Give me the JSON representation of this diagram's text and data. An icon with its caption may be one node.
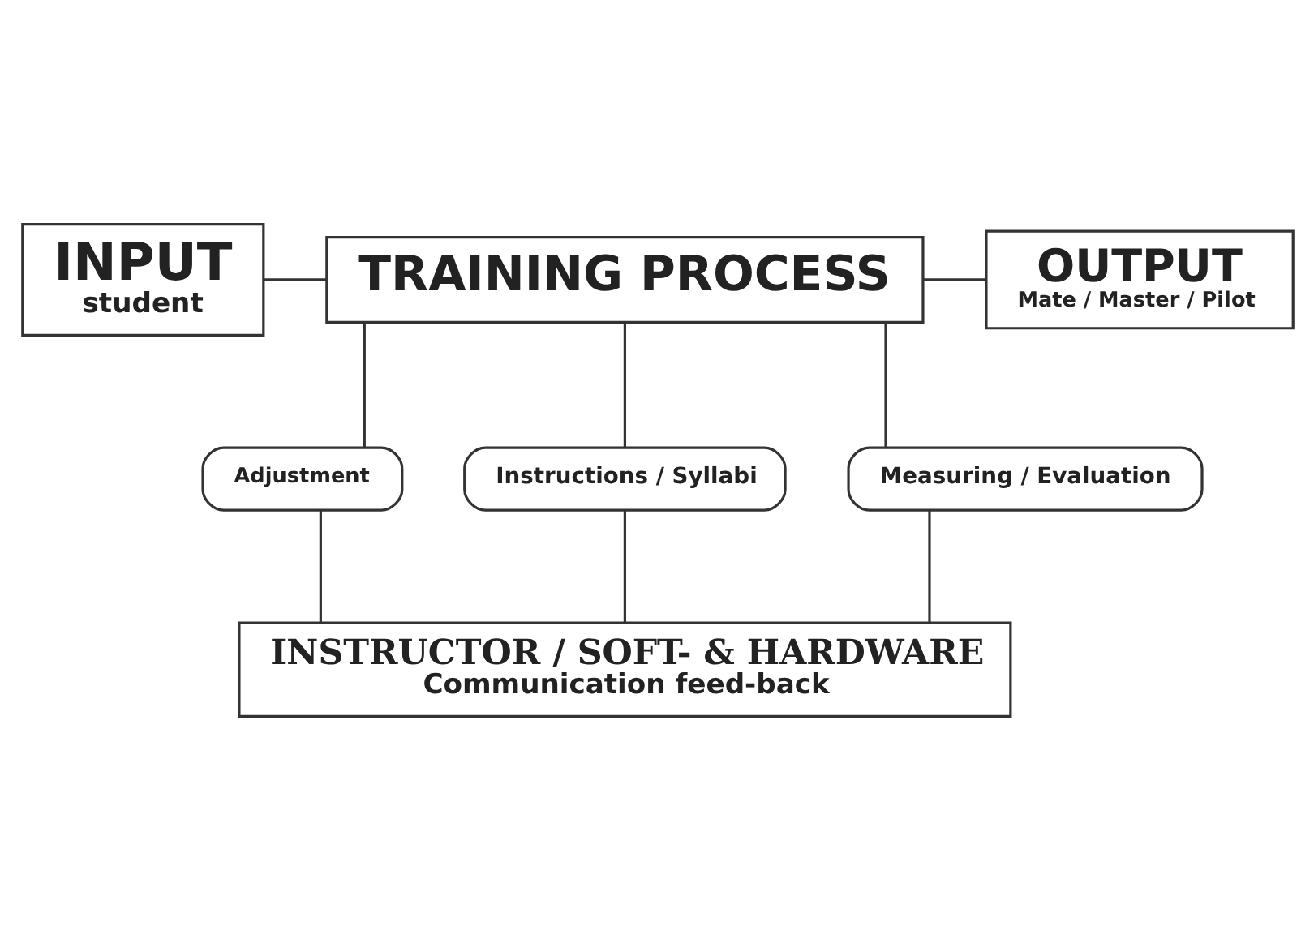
{
  "diagram": {
    "nodes": [
      {
        "text": [
          "INPUT",
          "student"
        ]
      },
      {
        "text": [
          "TRAINING PROCESS"
        ]
      },
      {
        "text": [
          "OUTPUT",
          "Mate / Master / Pilot"
        ]
      },
      {
        "text": [
          "Adjustment"
        ]
      },
      {
        "text": [
          "Instructions / Syllabi"
        ]
      },
      {
        "text": [
          "Measuring / Evaluation"
        ]
      },
      {
        "text": [
          "INSTRUCTOR / SOFT- & HARDWARE",
          "Communication feed-back"
        ]
      }
    ],
    "edges": [
      {
        "from": 0,
        "to": 1,
        "arrow": "none"
      },
      {
        "from": 1,
        "to": 2,
        "arrow": "none"
      },
      {
        "from": 1,
        "to": 3,
        "arrow": "none"
      },
      {
        "from": 1,
        "to": 4,
        "arrow": "none"
      },
      {
        "from": 1,
        "to": 5,
        "arrow": "none"
      },
      {
        "from": 3,
        "to": 6,
        "arrow": "none"
      },
      {
        "from": 4,
        "to": 6,
        "arrow": "none"
      },
      {
        "from": 5,
        "to": 6,
        "arrow": "none"
      }
    ]
  }
}
